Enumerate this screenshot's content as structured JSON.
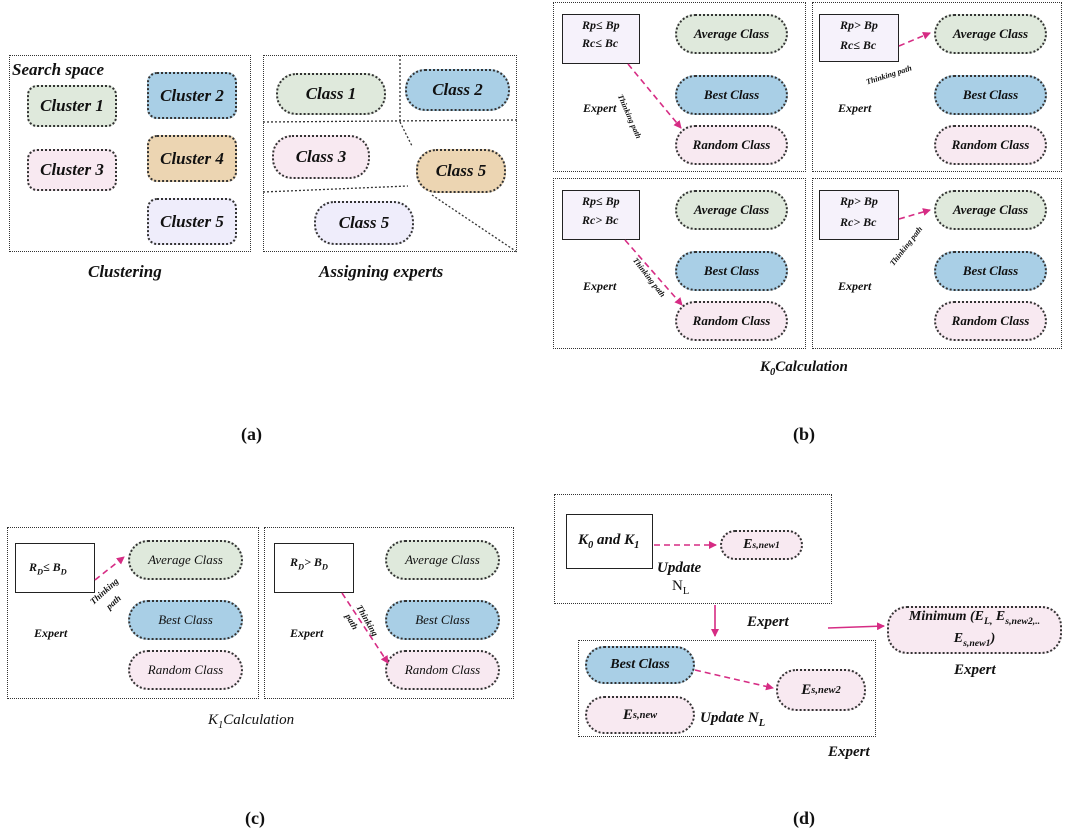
{
  "colors": {
    "green": "#dfe9dc",
    "blue": "#a9cfe6",
    "orange": "#ecd5b2",
    "pink": "#f8e9f1",
    "lavender": "#efedfb",
    "arrow": "#d62c84"
  },
  "panel_a": {
    "search_space": "Search space",
    "clusters": [
      "Cluster 1",
      "Cluster 2",
      "Cluster 3",
      "Cluster 4",
      "Cluster 5"
    ],
    "classes": [
      "Class 1",
      "Class 2",
      "Class 3",
      "Class 5",
      "Class 5"
    ],
    "caption_left": "Clustering",
    "caption_right": "Assigning experts",
    "label": "(a)"
  },
  "panel_b": {
    "conditions": [
      [
        "Rp≤ Bp",
        "Rc≤ Bc"
      ],
      [
        "Rp> Bp",
        "Rc≤ Bc"
      ],
      [
        "Rp≤ Bp",
        "Rc> Bc"
      ],
      [
        "Rp> Bp",
        "Rc> Bc"
      ]
    ],
    "average": "Average Class",
    "best": "Best Class",
    "random": "Random Class",
    "expert": "Expert",
    "thinking_path": "Thinking path",
    "caption_k": "K",
    "caption_sub": "0",
    "caption_rest": "Calculation",
    "label": "(b)"
  },
  "panel_c": {
    "cond_left_r": "R",
    "cond_left_rsub": "D",
    "cond_left_op": "≤ B",
    "cond_left_bsub": "D",
    "cond_right_r": "R",
    "cond_right_rsub": "D",
    "cond_right_op": "> B",
    "cond_right_bsub": "D",
    "average": "Average Class",
    "best": "Best Class",
    "random": "Random Class",
    "expert": "Expert",
    "thinking": "Thinking",
    "path": "path",
    "caption_k": "K",
    "caption_sub": "1",
    "caption_rest": "Calculation",
    "label": "(c)"
  },
  "panel_d": {
    "k0": "K",
    "k0_sub": "0",
    "and": " and K",
    "k1_sub": "1",
    "es_new1": "E",
    "es_new1_sub": "s,new1",
    "update": "Update",
    "nl": "N",
    "nl_sub": "L",
    "expert_top": "Expert",
    "best": "Best Class",
    "es_new": "E",
    "es_new_sub": "s,new",
    "es_new2": "E",
    "es_new2_sub": "s,new2",
    "update_nl": "Update N",
    "update_nl_sub": "L",
    "expert_bottom": "Expert",
    "min_line1": "Minimum (E",
    "min_l": "L,",
    "min_mid": " E",
    "min_sub2": "s,new2,..",
    "min_line2": "E",
    "min_sub3": "s,new1",
    "min_close": ")",
    "expert_right": "Expert",
    "label": "(d)"
  }
}
